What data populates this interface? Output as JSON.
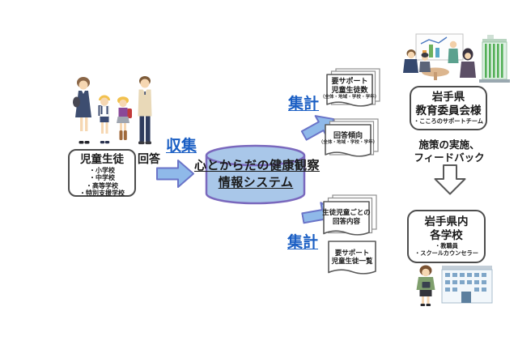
{
  "colors": {
    "accent-blue-text": "#1b5fc4",
    "arrow-fill": "#8fb9e9",
    "arrow-stroke": "#6a74c8",
    "cylinder-fill": "#a9c7e9",
    "cylinder-stroke": "#7a68bd",
    "box-border": "#4d4d4d"
  },
  "students": {
    "title": "児童生徒",
    "items": [
      "・小学校",
      "・中学校",
      "・高等学校",
      "・特別支援学校"
    ]
  },
  "flow_labels": {
    "answer": "回答",
    "collect": "収集",
    "aggregate_top": "集計",
    "aggregate_bottom": "集計",
    "feedback_line1": "施策の実施、",
    "feedback_line2": "フィードバック"
  },
  "system": {
    "line1": "心とからだの健康観察",
    "line2": "情報システム"
  },
  "documents": {
    "support_count": {
      "line1": "要サポート",
      "line2": "児童生徒数",
      "sub": "（全体・地域・学校・学年）"
    },
    "answer_trend": {
      "line1": "回答傾向",
      "sub": "（全体・地域・学校・学年）"
    },
    "per_student": {
      "line1": "生徒児童ごとの",
      "line2": "回答内容"
    },
    "support_list": {
      "line1": "要サポート",
      "line2": "児童生徒一覧"
    }
  },
  "board": {
    "line1": "岩手県",
    "line2": "教育委員会様",
    "sub": "・こころのサポートチーム"
  },
  "schools": {
    "line1": "岩手県内",
    "line2": "各学校",
    "items": [
      "・教職員",
      "・スクールカウンセラー"
    ]
  }
}
